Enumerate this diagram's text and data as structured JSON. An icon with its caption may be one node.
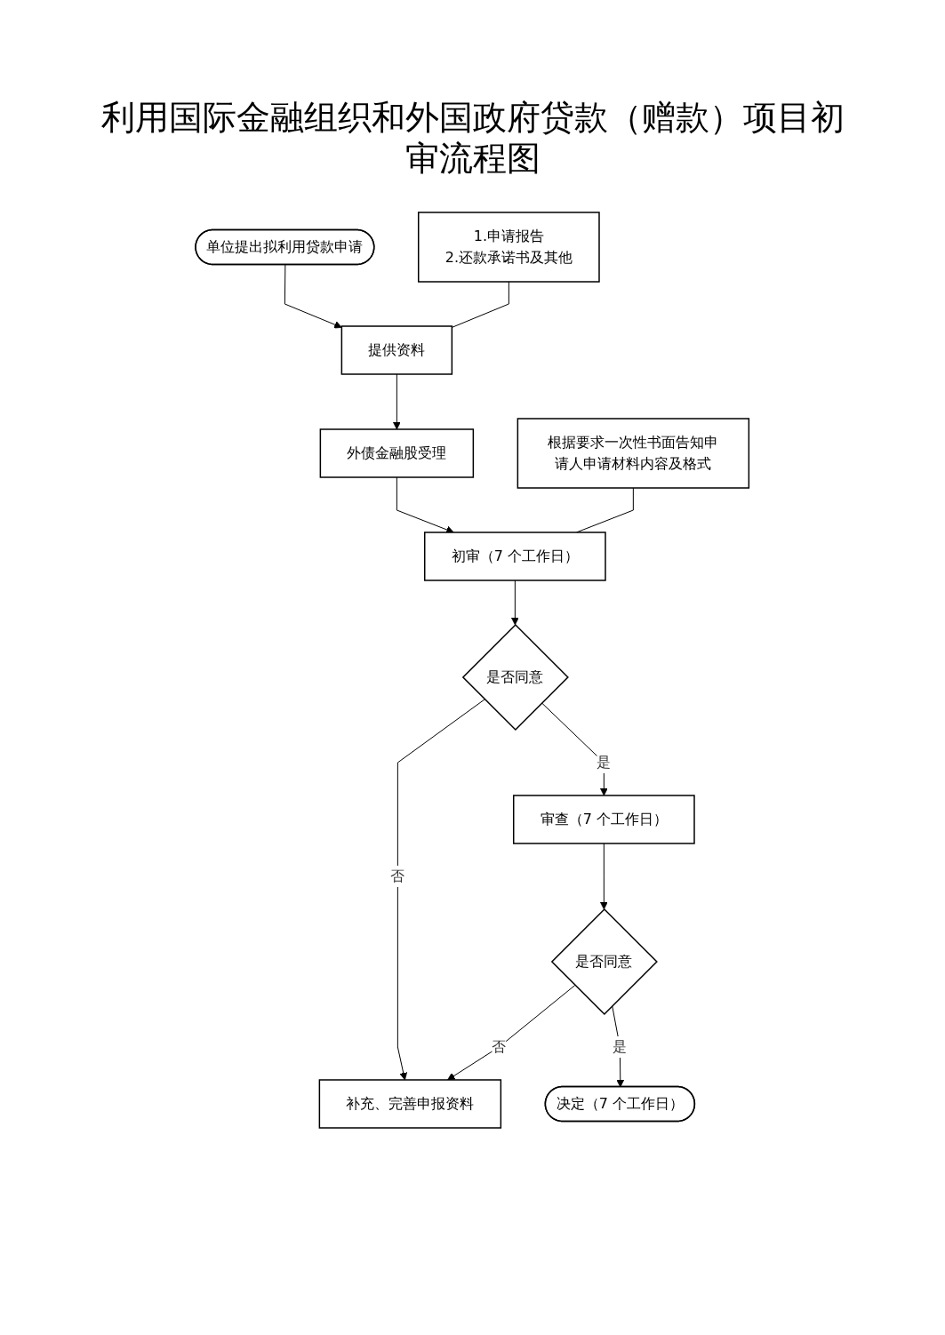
{
  "diagram": {
    "title": "利用国际金融组织和外国政府贷款（赠款）项目初审流程图",
    "nodes": [
      {
        "text": [
          "单位提出拟利用贷款申请"
        ]
      },
      {
        "text": [
          "提供资料"
        ]
      },
      {
        "text": [
          "1.申请报告",
          "2.还款承诺书及其他"
        ]
      },
      {
        "text": [
          "外债金融股受理"
        ]
      },
      {
        "text": [
          "初审（7 个工作日）"
        ]
      },
      {
        "text": [
          "根据要求一次性书面告知申请人申请材料内容及格式"
        ]
      },
      {
        "text": [
          "补充、完善申报资料"
        ]
      },
      {
        "text": [
          "是否同意"
        ]
      },
      {
        "text": [
          "审查（7 个工作日）"
        ]
      },
      {
        "text": [
          "是否同意"
        ]
      },
      {
        "text": [
          "决定（7 个工作日）"
        ]
      }
    ],
    "edges": [
      {
        "from": 0,
        "to": 1,
        "arrow": "to"
      },
      {
        "from": 2,
        "to": 1,
        "arrow": "none"
      },
      {
        "from": 1,
        "to": 3,
        "arrow": "to"
      },
      {
        "from": 3,
        "to": 4,
        "arrow": "to"
      },
      {
        "from": 5,
        "to": 4,
        "arrow": "none"
      },
      {
        "from": 4,
        "to": 7,
        "arrow": "to"
      },
      {
        "from": 7,
        "to": 6,
        "arrow": "to",
        "label": "否"
      },
      {
        "from": 7,
        "to": 8,
        "arrow": "to",
        "label": "是"
      },
      {
        "from": 8,
        "to": 9,
        "arrow": "to"
      },
      {
        "from": 9,
        "to": 6,
        "arrow": "to",
        "label": "否"
      },
      {
        "from": 9,
        "to": 10,
        "arrow": "to",
        "label": "是"
      }
    ]
  }
}
